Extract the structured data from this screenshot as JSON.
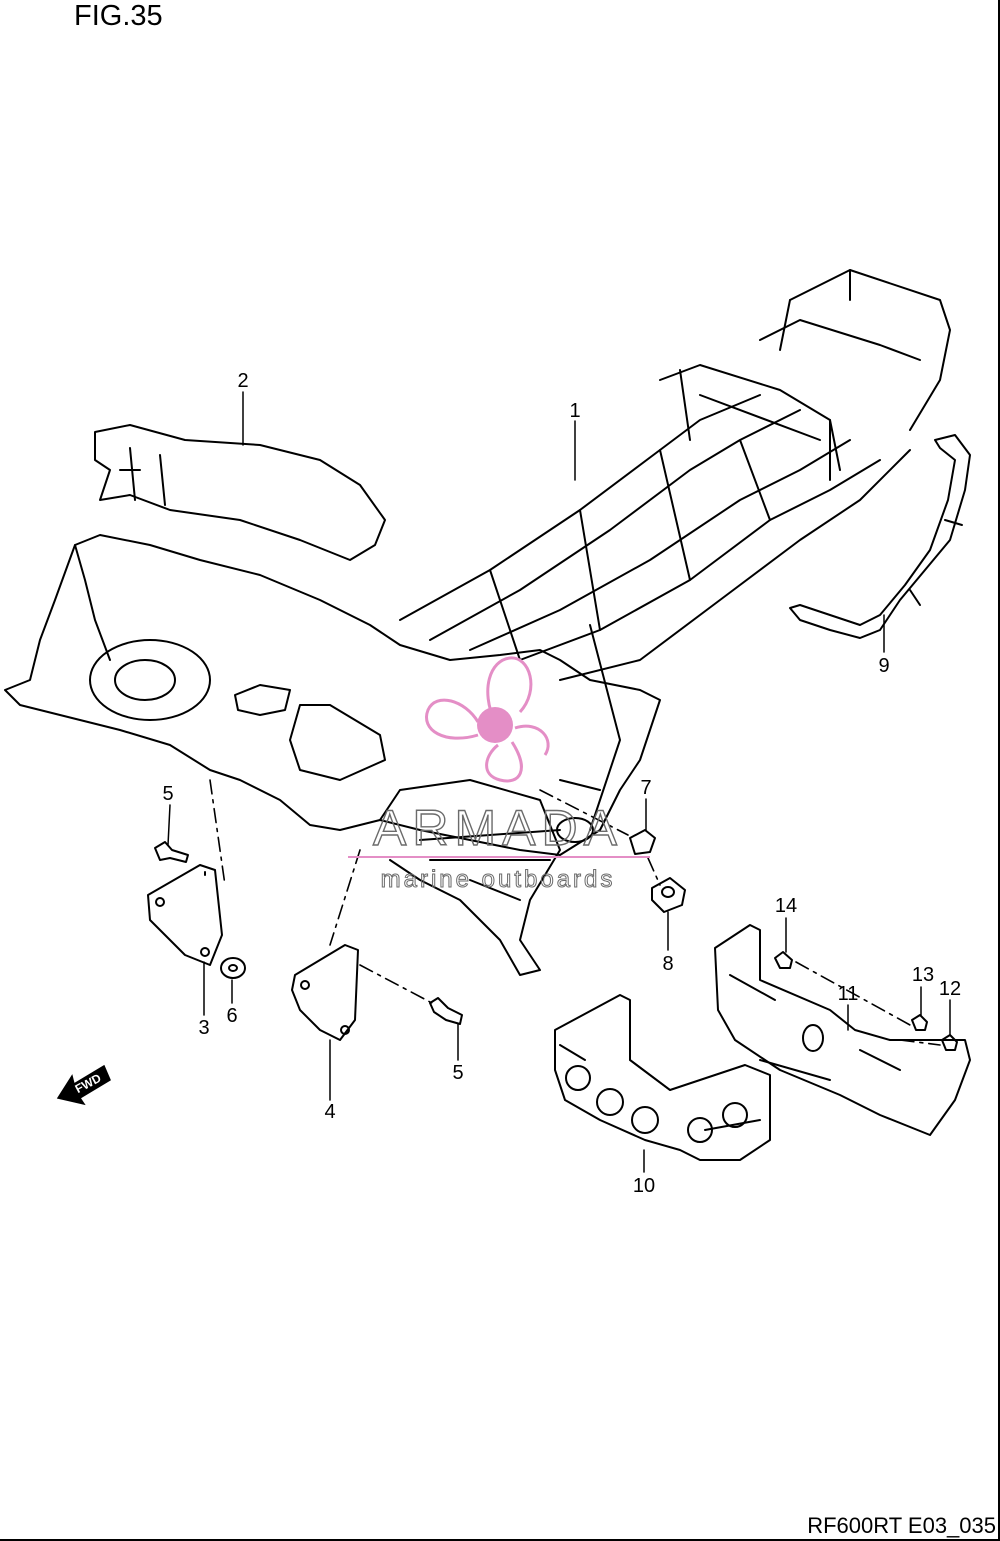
{
  "figure": {
    "title": "FIG.35",
    "code": "RF600RT E03_035"
  },
  "direction_arrow": {
    "label": "FWD"
  },
  "watermark": {
    "brand": "ARMADA",
    "tagline": "marine outboards",
    "accent_color": "#e48ec6",
    "text_color": "#6b6b6b"
  },
  "callouts": [
    "1",
    "2",
    "3",
    "4",
    "5",
    "5",
    "6",
    "7",
    "8",
    "9",
    "10",
    "11",
    "12",
    "13",
    "14"
  ],
  "colors": {
    "line": "#000000",
    "background": "#ffffff"
  }
}
